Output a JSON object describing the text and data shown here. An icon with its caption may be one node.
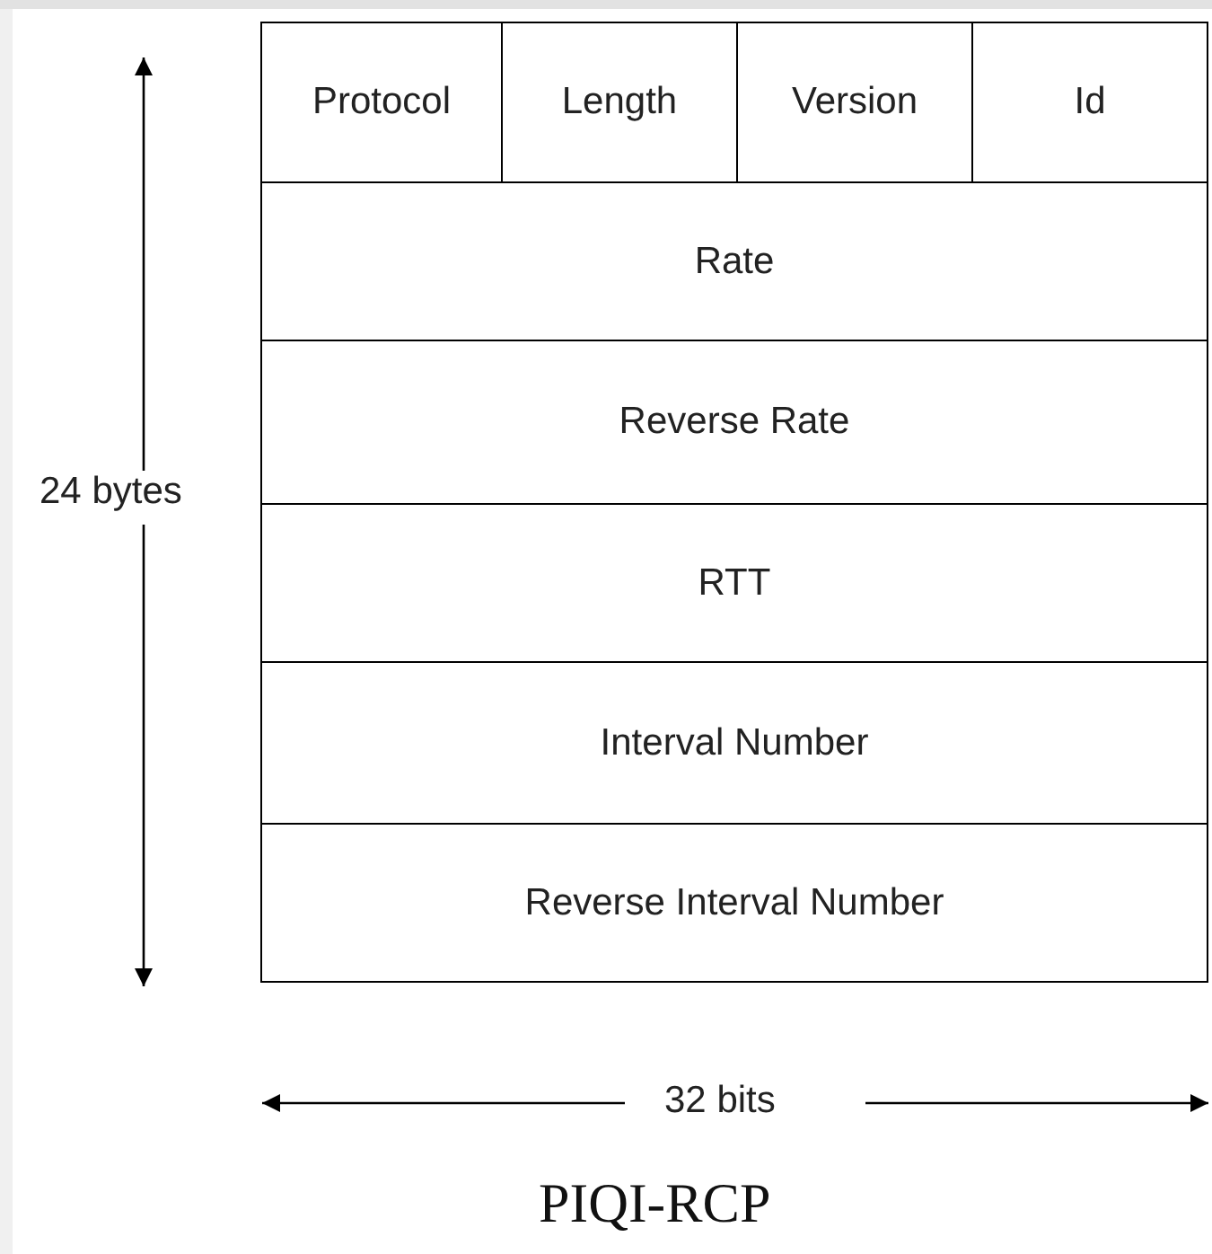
{
  "diagram": {
    "title": "PIQI-RCP",
    "nodes": [
      {
        "text": [
          "Protocol"
        ]
      },
      {
        "text": [
          "Length"
        ]
      },
      {
        "text": [
          "Version"
        ]
      },
      {
        "text": [
          "Id"
        ]
      },
      {
        "text": [
          "Rate"
        ]
      },
      {
        "text": [
          "Reverse Rate"
        ]
      },
      {
        "text": [
          "RTT"
        ]
      },
      {
        "text": [
          "Interval Number"
        ]
      },
      {
        "text": [
          "Reverse Interval Number"
        ]
      }
    ],
    "labels": [
      "24 bytes",
      "32 bits"
    ]
  }
}
